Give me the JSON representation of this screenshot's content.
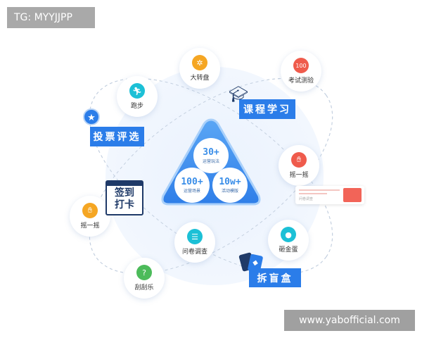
{
  "overlay_label": "TG: MYYJJPP",
  "watermark": "www.yabofficial.com",
  "center": {
    "items": [
      {
        "value": "30+",
        "label": "运营玩法"
      },
      {
        "value": "100+",
        "label": "运营场景"
      },
      {
        "value": "10w+",
        "label": "活动模版"
      }
    ]
  },
  "nodes": [
    {
      "label": "大转盘",
      "icon": "wheel-icon",
      "color": "#f5a623"
    },
    {
      "label": "考试测验",
      "icon": "exam-paper-icon",
      "color": "#ef5b4c"
    },
    {
      "label": "跑步",
      "icon": "runner-icon",
      "color": "#1cc0d6"
    },
    {
      "label": "摇一摇",
      "icon": "shake-hand-icon",
      "color": "#ef5b4c"
    },
    {
      "label": "摇一摇",
      "icon": "shake-hand-icon",
      "color": "#f5a623"
    },
    {
      "label": "问卷调查",
      "icon": "survey-icon",
      "color": "#1cc0d6"
    },
    {
      "label": "砸金蛋",
      "icon": "egg-icon",
      "color": "#1cc0d6"
    },
    {
      "label": "刮刮乐",
      "icon": "scratch-card-icon",
      "color": "#4cbb5a"
    }
  ],
  "tags": {
    "course": "课程学习",
    "vote": "投票评选",
    "blindbox": "拆盲盒",
    "checkin_line1": "签到",
    "checkin_line2": "打卡"
  },
  "survey_card": {
    "label": "问卷调查"
  },
  "colors": {
    "brand": "#2b7de9"
  }
}
